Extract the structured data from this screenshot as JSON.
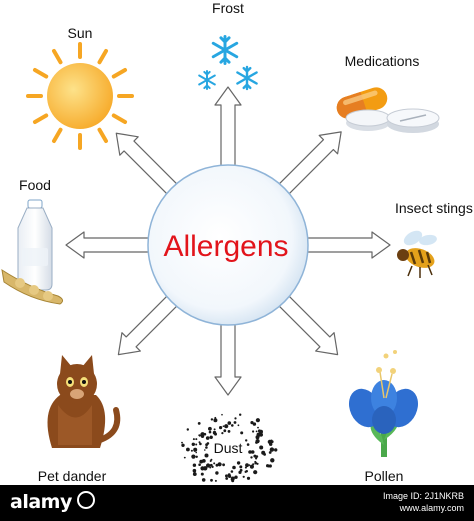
{
  "diagram": {
    "title": "Allergens",
    "items": {
      "sun": "Sun",
      "frost": "Frost",
      "medications": "Medications",
      "food": "Food",
      "insect": "Insect stings",
      "pet": "Pet dander",
      "dust": "Dust",
      "pollen": "Pollen"
    },
    "colors": {
      "title": "#e2141b",
      "arrow_fill": "#ffffff",
      "arrow_stroke": "#666666",
      "sun_fill": "#f9b233",
      "flake": "#27a6e1"
    }
  },
  "footer": {
    "brand": "alamy",
    "image_id": "Image ID: 2J1NKRB",
    "site": "www.alamy.com"
  }
}
